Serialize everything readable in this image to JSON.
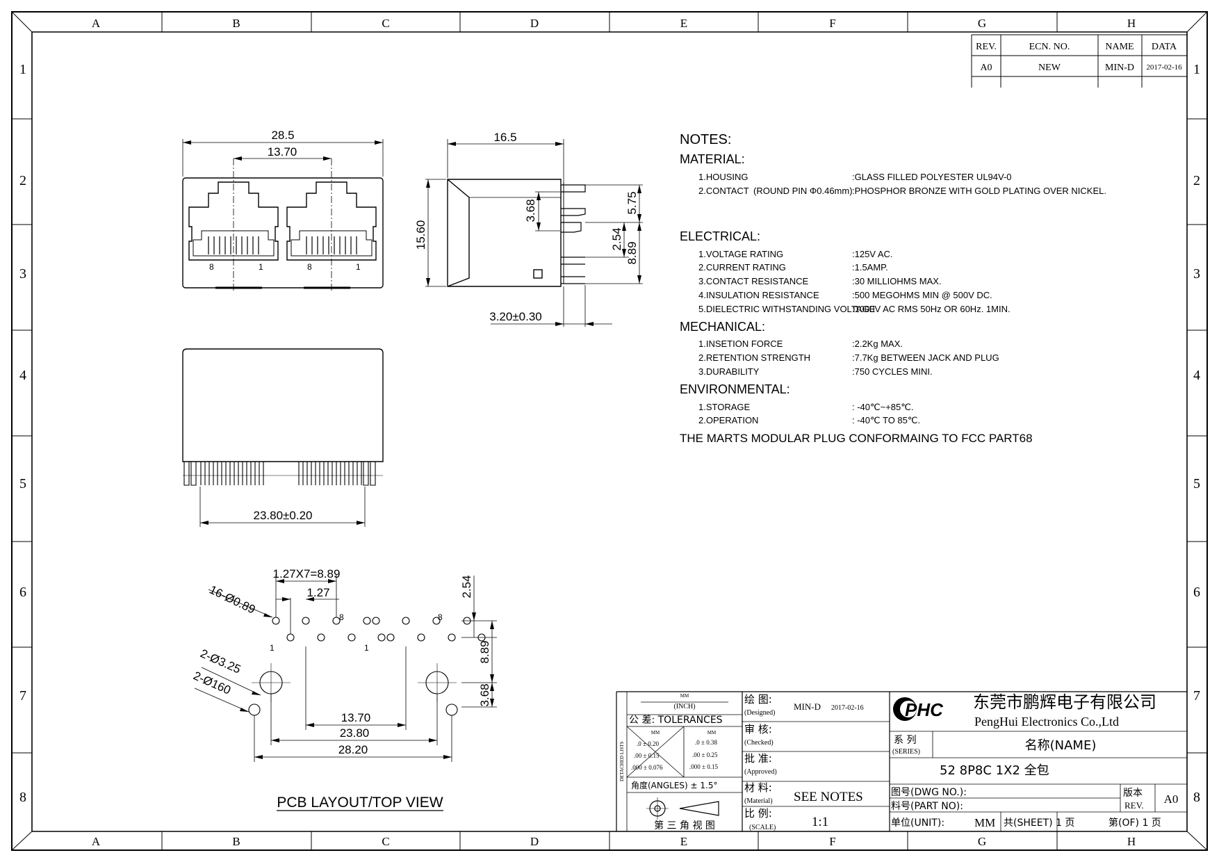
{
  "frame": {
    "columns": [
      "A",
      "B",
      "C",
      "D",
      "E",
      "F",
      "G",
      "H"
    ],
    "rows": [
      "1",
      "2",
      "3",
      "4",
      "5",
      "6",
      "7",
      "8"
    ]
  },
  "revision": {
    "headers": [
      "REV.",
      "ECN. NO.",
      "NAME",
      "DATA"
    ],
    "row": [
      "A0",
      "NEW",
      "MIN-D",
      "2017-02-16"
    ]
  },
  "dims": {
    "front_width": "28.5",
    "front_pitch": "13.70",
    "front_pin8_a": "8",
    "front_pin1_a": "1",
    "front_pin8_b": "8",
    "front_pin1_b": "1",
    "side_depth": "16.5",
    "side_height": "15.60",
    "side_368": "3.68",
    "side_575": "5.75",
    "side_254": "2.54",
    "side_889": "8.89",
    "side_pin": "3.20±0.30",
    "bottom_width": "23.80±0.20",
    "pcb_pitch_total": "1.27X7=8.89",
    "pcb_pitch": "1.27",
    "pcb_holes": "16-Ø0.89",
    "pcb_big": "2-Ø3.25",
    "pcb_small": "2-Ø160",
    "pcb_pin8_a": "8",
    "pcb_pin1_a": "1",
    "pcb_pin8_b": "8",
    "pcb_pin1_b": "1",
    "pcb_254": "2.54",
    "pcb_889": "8.89",
    "pcb_368": "3.68",
    "pcb_1370": "13.70",
    "pcb_2380": "23.80",
    "pcb_2820": "28.20",
    "pcb_title": "PCB LAYOUT/TOP VIEW"
  },
  "notes": {
    "title": "NOTES:",
    "material_h": "MATERIAL:",
    "housing": "1.HOUSING",
    "housing_v": ":GLASS FILLED POLYESTER UL94V-0",
    "contact": "2.CONTACT",
    "contact_pin": "(ROUND PIN Φ0.46mm)",
    "contact_v": ":PHOSPHOR BRONZE WITH GOLD PLATING OVER NICKEL.",
    "electrical_h": "ELECTRICAL:",
    "e1": "1.VOLTAGE RATING",
    "e1v": ":125V AC.",
    "e2": "2.CURRENT RATING",
    "e2v": ":1.5AMP.",
    "e3": "3.CONTACT RESISTANCE",
    "e3v": ":30 MILLIOHMS MAX.",
    "e4": "4.INSULATION RESISTANCE",
    "e4v": ":500 MEGOHMS MIN @ 500V DC.",
    "e5": "5.DIELECTRIC WITHSTANDING VOLTAGE",
    "e5v": ":1000V AC RMS 50Hz OR 60Hz. 1MIN.",
    "mechanical_h": "MECHANICAL:",
    "m1": "1.INSETION FORCE",
    "m1v": ":2.2Kg MAX.",
    "m2": "2.RETENTION STRENGTH",
    "m2v": ":7.7Kg BETWEEN JACK AND PLUG",
    "m3": "3.DURABILITY",
    "m3v": ":750 CYCLES MINI.",
    "env_h": "ENVIRONMENTAL:",
    "v1": "1.STORAGE",
    "v1v": ": -40℃~+85℃.",
    "v2": "2.OPERATION",
    "v2v": ": -40℃ TO 85℃.",
    "footer": "THE MARTS MODULAR PLUG CONFORMAING TO FCC PART68"
  },
  "title_block": {
    "mm": "MM",
    "inch": "(INCH)",
    "tol_label": "公 差: TOLERANCES",
    "tol_mm_a": "MM",
    "tol_mm_b": "MM",
    "t1": ".0 ± 0.20",
    "t2": ".00 ± 0.15",
    "t3": ".000 ± 0.076",
    "t4": ".0 ± 0.38",
    "t5": ".00 ± 0.25",
    "t6": ".000 ± 0.15",
    "angles": "角度(ANGLES)  ± 1.5°",
    "detached": "DETACHED LISTS",
    "third_angle": "第 三 角 视 图",
    "drawn_cn": "绘 图:",
    "drawn_en": "(Designed)",
    "drawn_by": "MIN-D",
    "drawn_date": "2017-02-16",
    "checked_cn": "审 核:",
    "checked_en": "(Checked)",
    "approved_cn": "批 准:",
    "approved_en": "(Approved)",
    "material_cn": "材 料:",
    "material_en": "(Material)",
    "material_v": "SEE NOTES",
    "scale_cn": "比 例:",
    "scale_en": "(SCALE)",
    "scale_v": "1:1",
    "logo": "PHC",
    "company_cn": "东莞市鹏辉电子有限公司",
    "company_en": "PengHui Electronics Co.,Ltd",
    "series_cn": "系 列",
    "series_en": "(SERIES)",
    "name": "名称(NAME)",
    "part_name": "52 8P8C 1X2 全包",
    "dwg_no": "图号(DWG NO.):",
    "part_no": "料号(PART NO):",
    "rev_cn": "版本",
    "rev_en": "REV.",
    "rev_v": "A0",
    "unit": "单位(UNIT):",
    "unit_v": "MM",
    "sheet": "共(SHEET) 1 页",
    "of": "第(OF) 1 页"
  }
}
